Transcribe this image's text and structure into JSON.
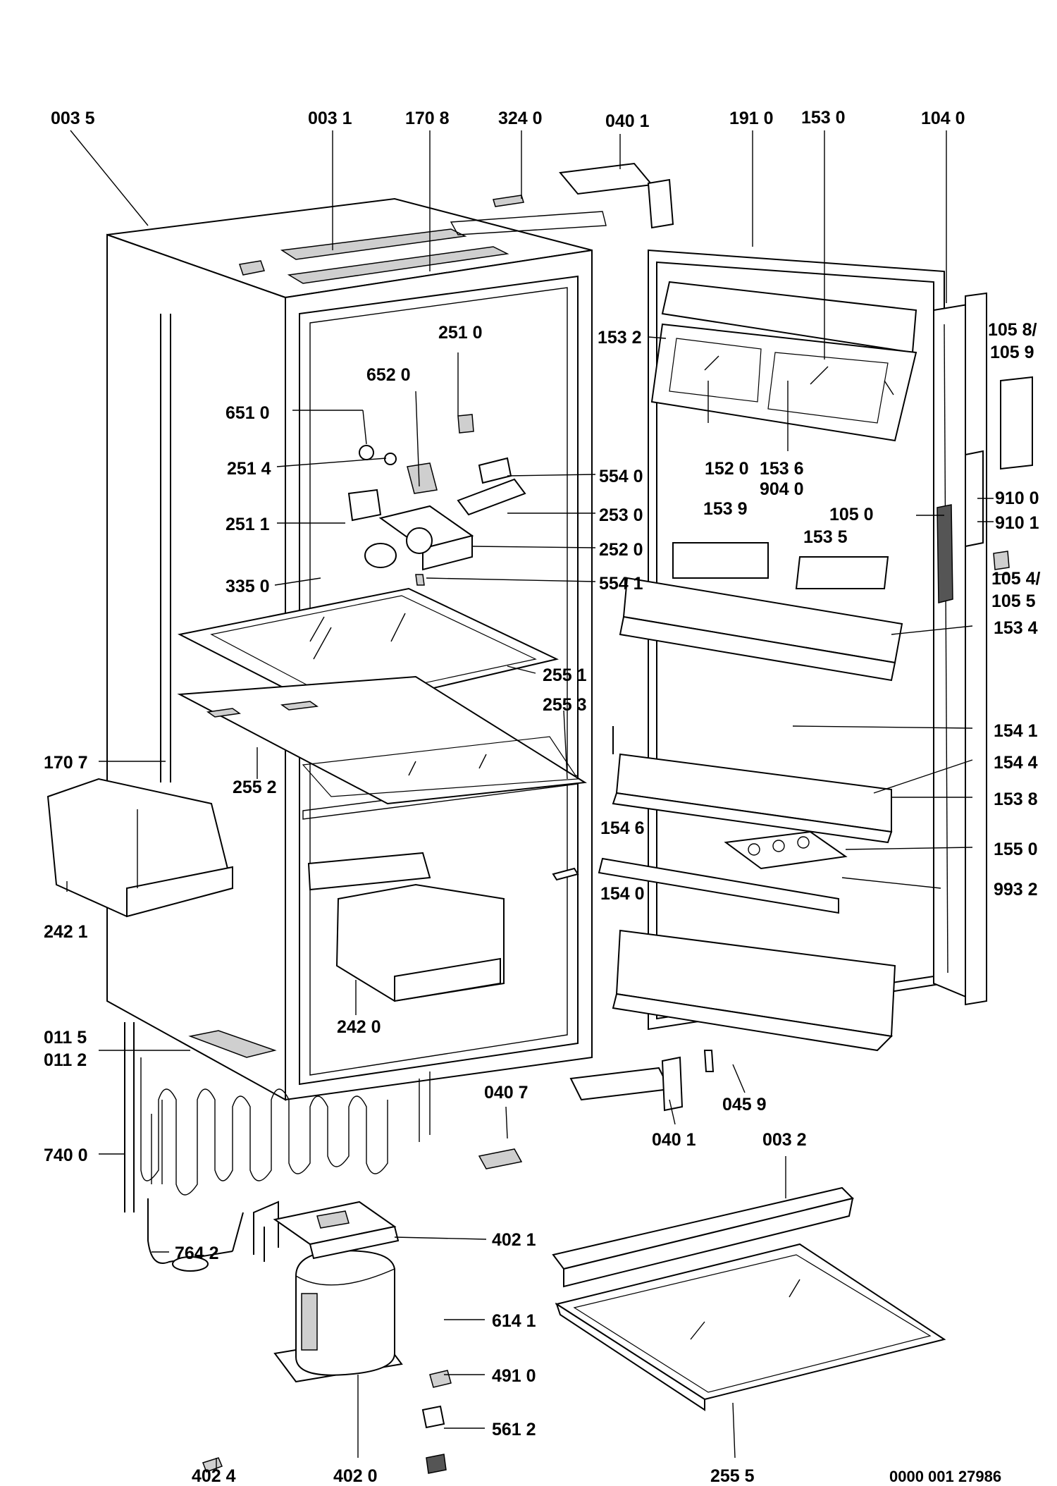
{
  "diagram": {
    "document_number": "0000 001 27986",
    "part_labels": {
      "p0035": "003 5",
      "p0031": "003 1",
      "p1708": "170 8",
      "p3240": "324 0",
      "p0401_top": "040 1",
      "p1910": "191 0",
      "p1530": "153 0",
      "p1040": "104 0",
      "p1058": "105 8/",
      "p1059": "105 9",
      "p2510": "251 0",
      "p1532": "153 2",
      "p6520": "652 0",
      "p6510": "651 0",
      "p2514": "251 4",
      "p5540": "554 0",
      "p1520": "152 0",
      "p1536": "153 6",
      "p9040": "904 0",
      "p9100": "910 0",
      "p2511": "251 1",
      "p2530": "253 0",
      "p1539": "153 9",
      "p1050": "105 0",
      "p9101": "910 1",
      "p2520": "252 0",
      "p1535": "153 5",
      "p3350": "335 0",
      "p5541": "554 1",
      "p1054": "105 4/",
      "p1055": "105 5",
      "p1534": "153 4",
      "p2551": "255 1",
      "p2553": "255 3",
      "p1541": "154 1",
      "p1707": "170 7",
      "p2552": "255 2",
      "p1544": "154 4",
      "p1538": "153 8",
      "p1546": "154 6",
      "p1550": "155 0",
      "p2421": "242 1",
      "p9932": "993 2",
      "p1540": "154 0",
      "p2420": "242 0",
      "p0115": "011 5",
      "p0112": "011 2",
      "p0407": "040 7",
      "p0459": "045 9",
      "p0401_bottom": "040 1",
      "p0032": "003 2",
      "p7400": "740 0",
      "p4021": "402 1",
      "p7642": "764 2",
      "p6141": "614 1",
      "p4910": "491 0",
      "p5612": "561 2",
      "p4024": "402 4",
      "p4020": "402 0",
      "p2555": "255 5"
    }
  }
}
